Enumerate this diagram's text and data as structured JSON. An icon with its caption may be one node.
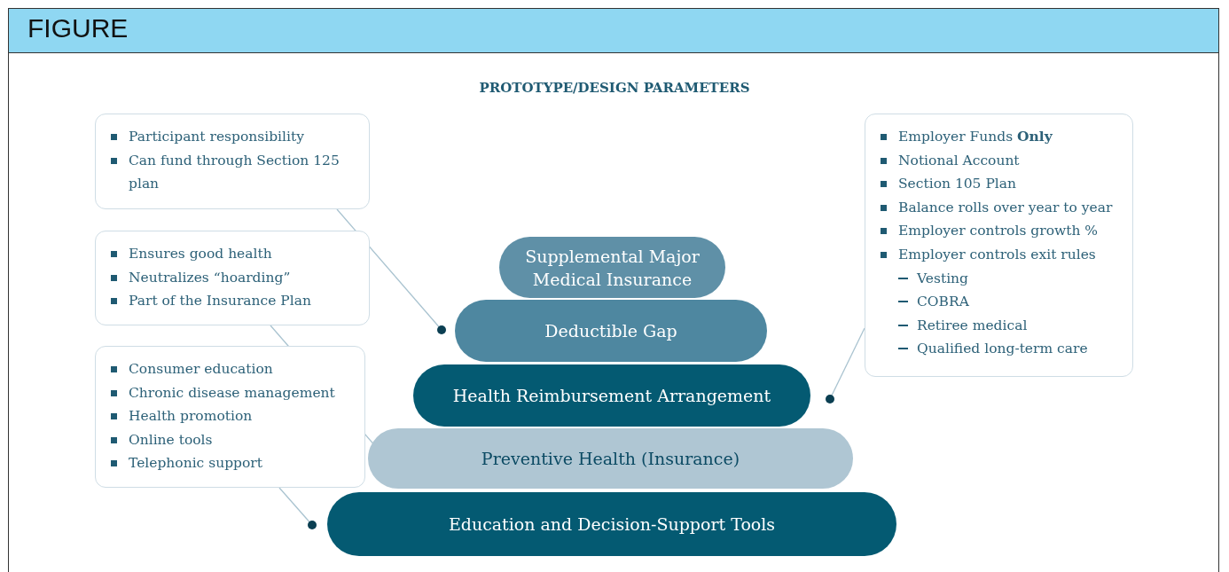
{
  "diagram": {
    "title": "PROTOTYPE/DESIGN PARAMETERS",
    "nodes": [
      {
        "text": [
          "Participant responsibility",
          "Can fund through Section 125 plan"
        ]
      },
      {
        "text": [
          "Ensures good health",
          "Neutralizes “hoarding”",
          "Part of the Insurance Plan"
        ]
      },
      {
        "text": [
          "Consumer education",
          "Chronic disease management",
          "Health promotion",
          "Online tools",
          "Telephonic support"
        ]
      },
      {
        "text": [
          "Employer Funds **Only**",
          "Notional Account",
          "Section 105 Plan",
          "Balance rolls over year to year",
          "Employer controls growth %",
          "Employer controls exit rules",
          "Vesting",
          "COBRA",
          "Retiree medical",
          "Qualified long-term care"
        ]
      },
      {
        "text": [
          "Supplemental Major Medical Insurance"
        ]
      },
      {
        "text": [
          "Deductible Gap"
        ]
      },
      {
        "text": [
          "Health Reimbursement Arrangement"
        ]
      },
      {
        "text": [
          "Preventive Health (Insurance)"
        ]
      },
      {
        "text": [
          "Education and Decision-Support Tools"
        ]
      }
    ],
    "edges": [
      {
        "from": 0,
        "to": 5,
        "arrow": "other"
      },
      {
        "from": 1,
        "to": 7,
        "arrow": "other"
      },
      {
        "from": 2,
        "to": 8,
        "arrow": "other"
      },
      {
        "from": 3,
        "to": 6,
        "arrow": "other"
      }
    ],
    "labels": [
      "FIGURE"
    ]
  }
}
